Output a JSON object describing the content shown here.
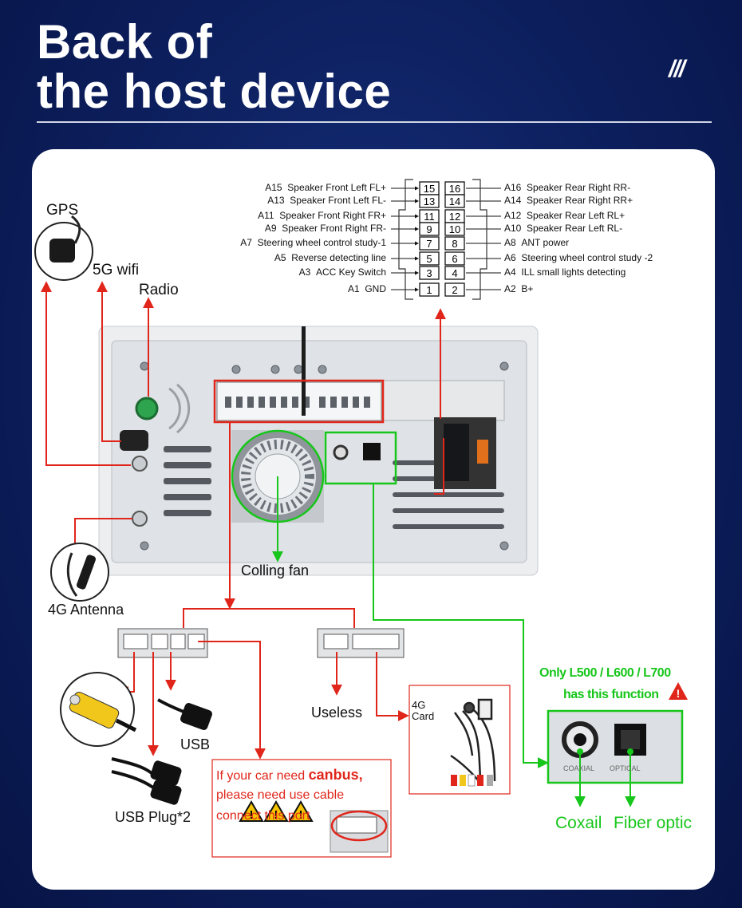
{
  "header": {
    "title_line1": "Back of",
    "title_line2": "the host device",
    "decoration": "///"
  },
  "colors": {
    "background": "#0c1e5c",
    "card": "#ffffff",
    "pointer_red": "#e0261b",
    "pointer_green": "#17c61a",
    "warning_yellow": "#f5c400"
  },
  "pins_left": [
    {
      "code": "A15",
      "label": "Speaker Front Left FL+"
    },
    {
      "code": "A13",
      "label": "Speaker Front Left FL-"
    },
    {
      "code": "A11",
      "label": "Speaker Front Right FR+"
    },
    {
      "code": "A9",
      "label": "Speaker Front Right FR-"
    },
    {
      "code": "A7",
      "label": "Steering wheel control study-1"
    },
    {
      "code": "A5",
      "label": "Reverse detecting line"
    },
    {
      "code": "A3",
      "label": "ACC Key Switch"
    },
    {
      "code": "A1",
      "label": "GND"
    }
  ],
  "pins_right": [
    {
      "code": "A16",
      "label": "Speaker Rear Right RR-"
    },
    {
      "code": "A14",
      "label": "Speaker Rear Right RR+"
    },
    {
      "code": "A12",
      "label": "Speaker Rear Left RL+"
    },
    {
      "code": "A10",
      "label": "Speaker Rear Left RL-"
    },
    {
      "code": "A8",
      "label": "ANT power"
    },
    {
      "code": "A6",
      "label": "Steering wheel control study -2"
    },
    {
      "code": "A4",
      "label": "ILL small lights detecting"
    },
    {
      "code": "A2",
      "label": "B+"
    }
  ],
  "pin_numbers_left": [
    "15",
    "13",
    "11",
    "9",
    "7",
    "5",
    "3",
    "1"
  ],
  "pin_numbers_right": [
    "16",
    "14",
    "12",
    "10",
    "8",
    "6",
    "4",
    "2"
  ],
  "labels": {
    "gps": "GPS",
    "wifi": "5G wifi",
    "radio": "Radio",
    "fan": "Colling fan",
    "antenna_4g": "4G Antenna",
    "usb": "USB",
    "usb_plug": "USB Plug*2",
    "useless": "Useless",
    "card_4g_line1": "4G",
    "card_4g_line2": "Card",
    "coaxial": "Coxail",
    "fiber": "Fiber optic"
  },
  "optical": {
    "note_line1": "Only L500 / L600 / L700",
    "note_line2": "has this function",
    "port_coaxial": "COAXIAL",
    "port_optical": "OPTICAL"
  },
  "canbus": {
    "line1_pre": "If your car need ",
    "line1_bold": "canbus,",
    "line2": "please need use cable",
    "line3": "connect this port"
  }
}
